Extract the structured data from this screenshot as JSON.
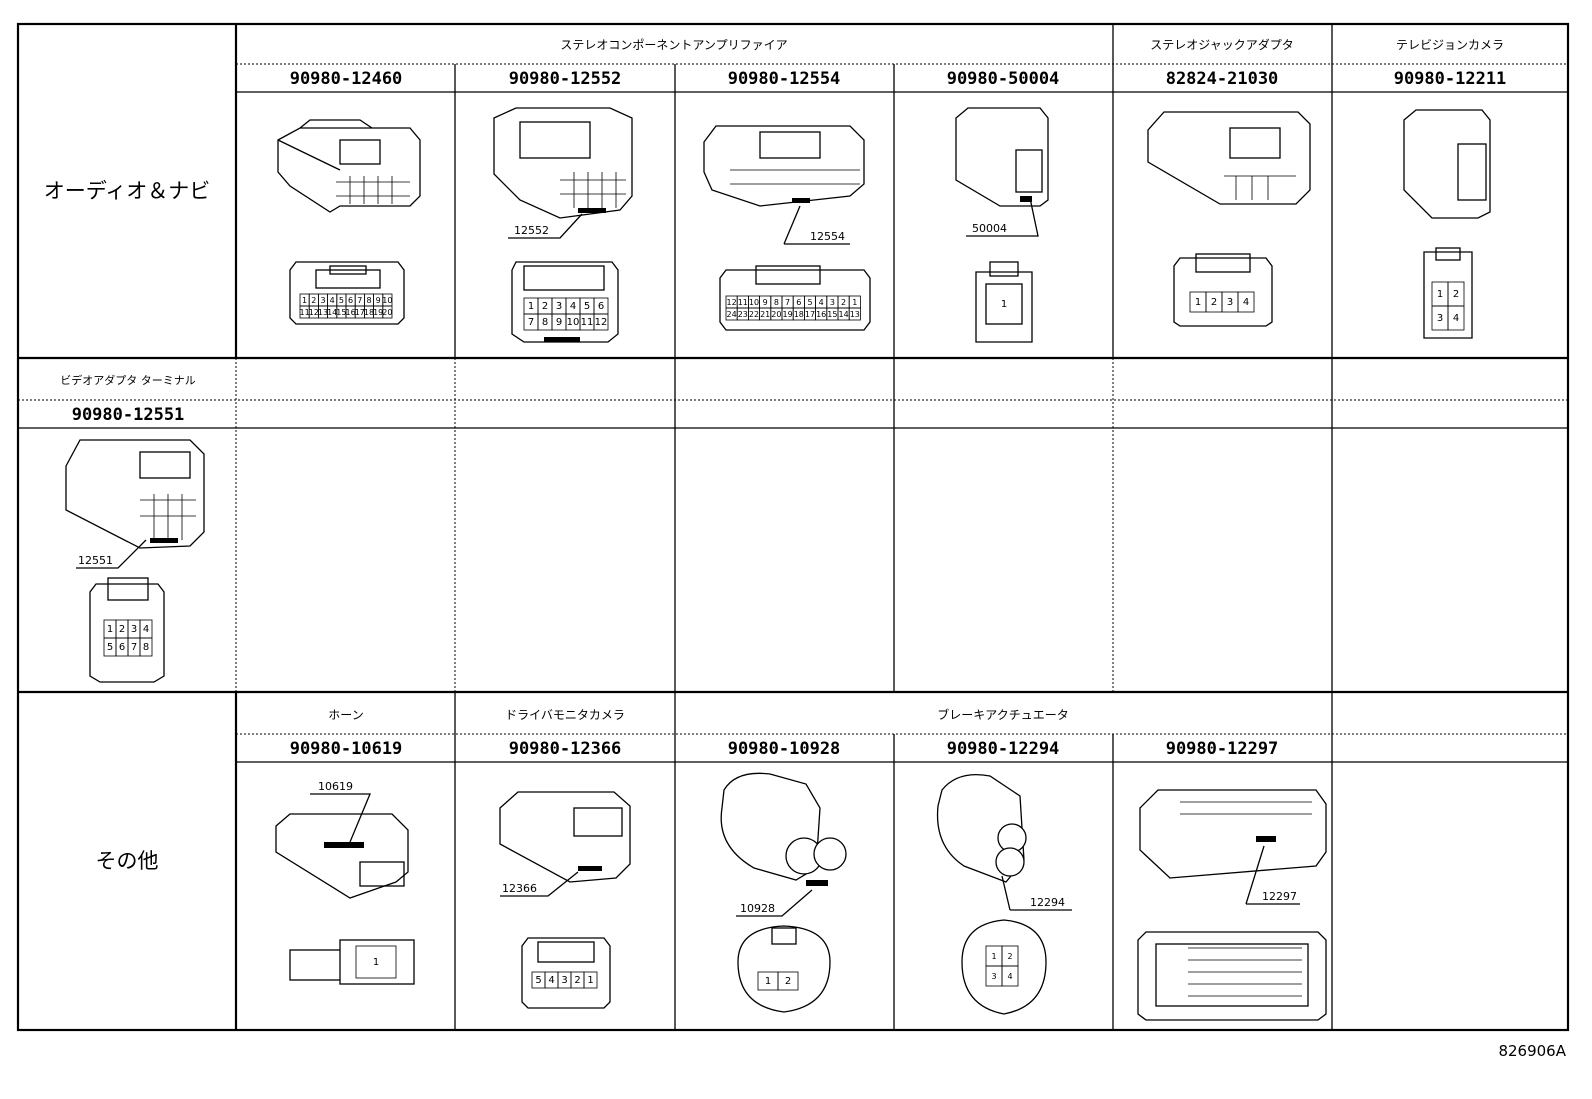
{
  "sections": {
    "audio_nav": {
      "category": "オーディオ＆ナビ",
      "groups": [
        {
          "label": "ステレオコンポーネントアンプリファイア"
        },
        {
          "label": "ステレオジャックアダプタ"
        },
        {
          "label": "テレビジョンカメラ"
        }
      ],
      "parts": [
        {
          "part_no": "90980-12460",
          "callout": "",
          "pins": [
            "1",
            "2",
            "3",
            "4",
            "5",
            "6",
            "7",
            "8",
            "9",
            "10",
            "11",
            "12",
            "13",
            "14",
            "15",
            "16",
            "17",
            "18",
            "19",
            "20"
          ]
        },
        {
          "part_no": "90980-12552",
          "callout": "12552",
          "pins": [
            "1",
            "2",
            "3",
            "4",
            "5",
            "6",
            "7",
            "8",
            "9",
            "10",
            "11",
            "12"
          ]
        },
        {
          "part_no": "90980-12554",
          "callout": "12554",
          "pins": [
            "12",
            "11",
            "10",
            "9",
            "8",
            "7",
            "6",
            "5",
            "4",
            "3",
            "2",
            "1",
            "24",
            "23",
            "22",
            "21",
            "20",
            "19",
            "18",
            "17",
            "16",
            "15",
            "14",
            "13"
          ]
        },
        {
          "part_no": "90980-50004",
          "callout": "50004",
          "pins": [
            "1"
          ]
        },
        {
          "part_no": "82824-21030",
          "callout": "",
          "pins": [
            "1",
            "2",
            "3",
            "4"
          ]
        },
        {
          "part_no": "90980-12211",
          "callout": "",
          "pins": [
            "1",
            "2",
            "3",
            "4"
          ]
        }
      ]
    },
    "video": {
      "group_label": "ビデオアダプタ ターミナル",
      "part_no": "90980-12551",
      "callout": "12551",
      "pins": [
        "1",
        "2",
        "3",
        "4",
        "5",
        "6",
        "7",
        "8"
      ]
    },
    "other": {
      "category": "その他",
      "groups": [
        {
          "label": "ホーン"
        },
        {
          "label": "ドライバモニタカメラ"
        },
        {
          "label": "ブレーキアクチュエータ"
        }
      ],
      "parts": [
        {
          "part_no": "90980-10619",
          "callout": "10619",
          "pins": [
            "1"
          ]
        },
        {
          "part_no": "90980-12366",
          "callout": "12366",
          "pins": [
            "5",
            "4",
            "3",
            "2",
            "1"
          ]
        },
        {
          "part_no": "90980-10928",
          "callout": "10928",
          "pins": [
            "1",
            "2"
          ]
        },
        {
          "part_no": "90980-12294",
          "callout": "12294",
          "pins": [
            "1",
            "2",
            "3",
            "4"
          ]
        },
        {
          "part_no": "90980-12297",
          "callout": "12297",
          "pins": []
        }
      ]
    }
  },
  "figure_id": "826906A"
}
